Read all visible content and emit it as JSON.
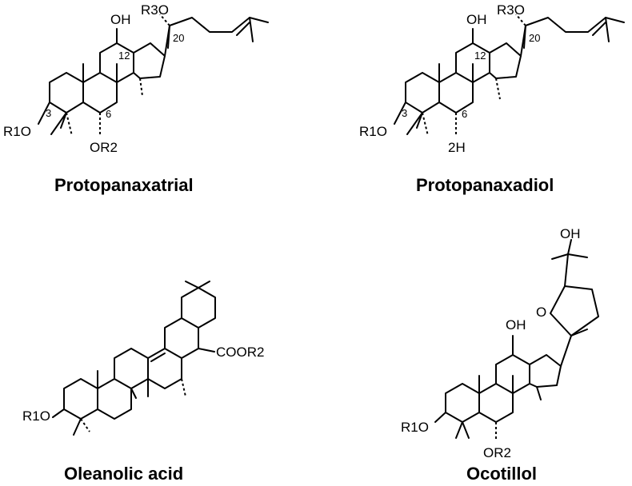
{
  "compounds": {
    "protopanaxatrial": {
      "name": "Protopanaxatrial",
      "oh": "OH",
      "r3o": "R3O",
      "r1o": "R1O",
      "or2": "OR2",
      "n3": "3",
      "n6": "6",
      "n12": "12",
      "n20": "20"
    },
    "protopanaxadiol": {
      "name": "Protopanaxadiol",
      "oh": "OH",
      "r3o": "R3O",
      "r1o": "R1O",
      "h2": "2H",
      "n3": "3",
      "n6": "6",
      "n12": "12",
      "n20": "20"
    },
    "oleanolic": {
      "name": "Oleanolic acid",
      "r1o": "R1O",
      "cooR2": "COOR2"
    },
    "ocotillol": {
      "name": "Ocotillol",
      "oh_top": "OH",
      "o_ring": "O",
      "oh": "OH",
      "r1o": "R1O",
      "or2": "OR2"
    }
  }
}
